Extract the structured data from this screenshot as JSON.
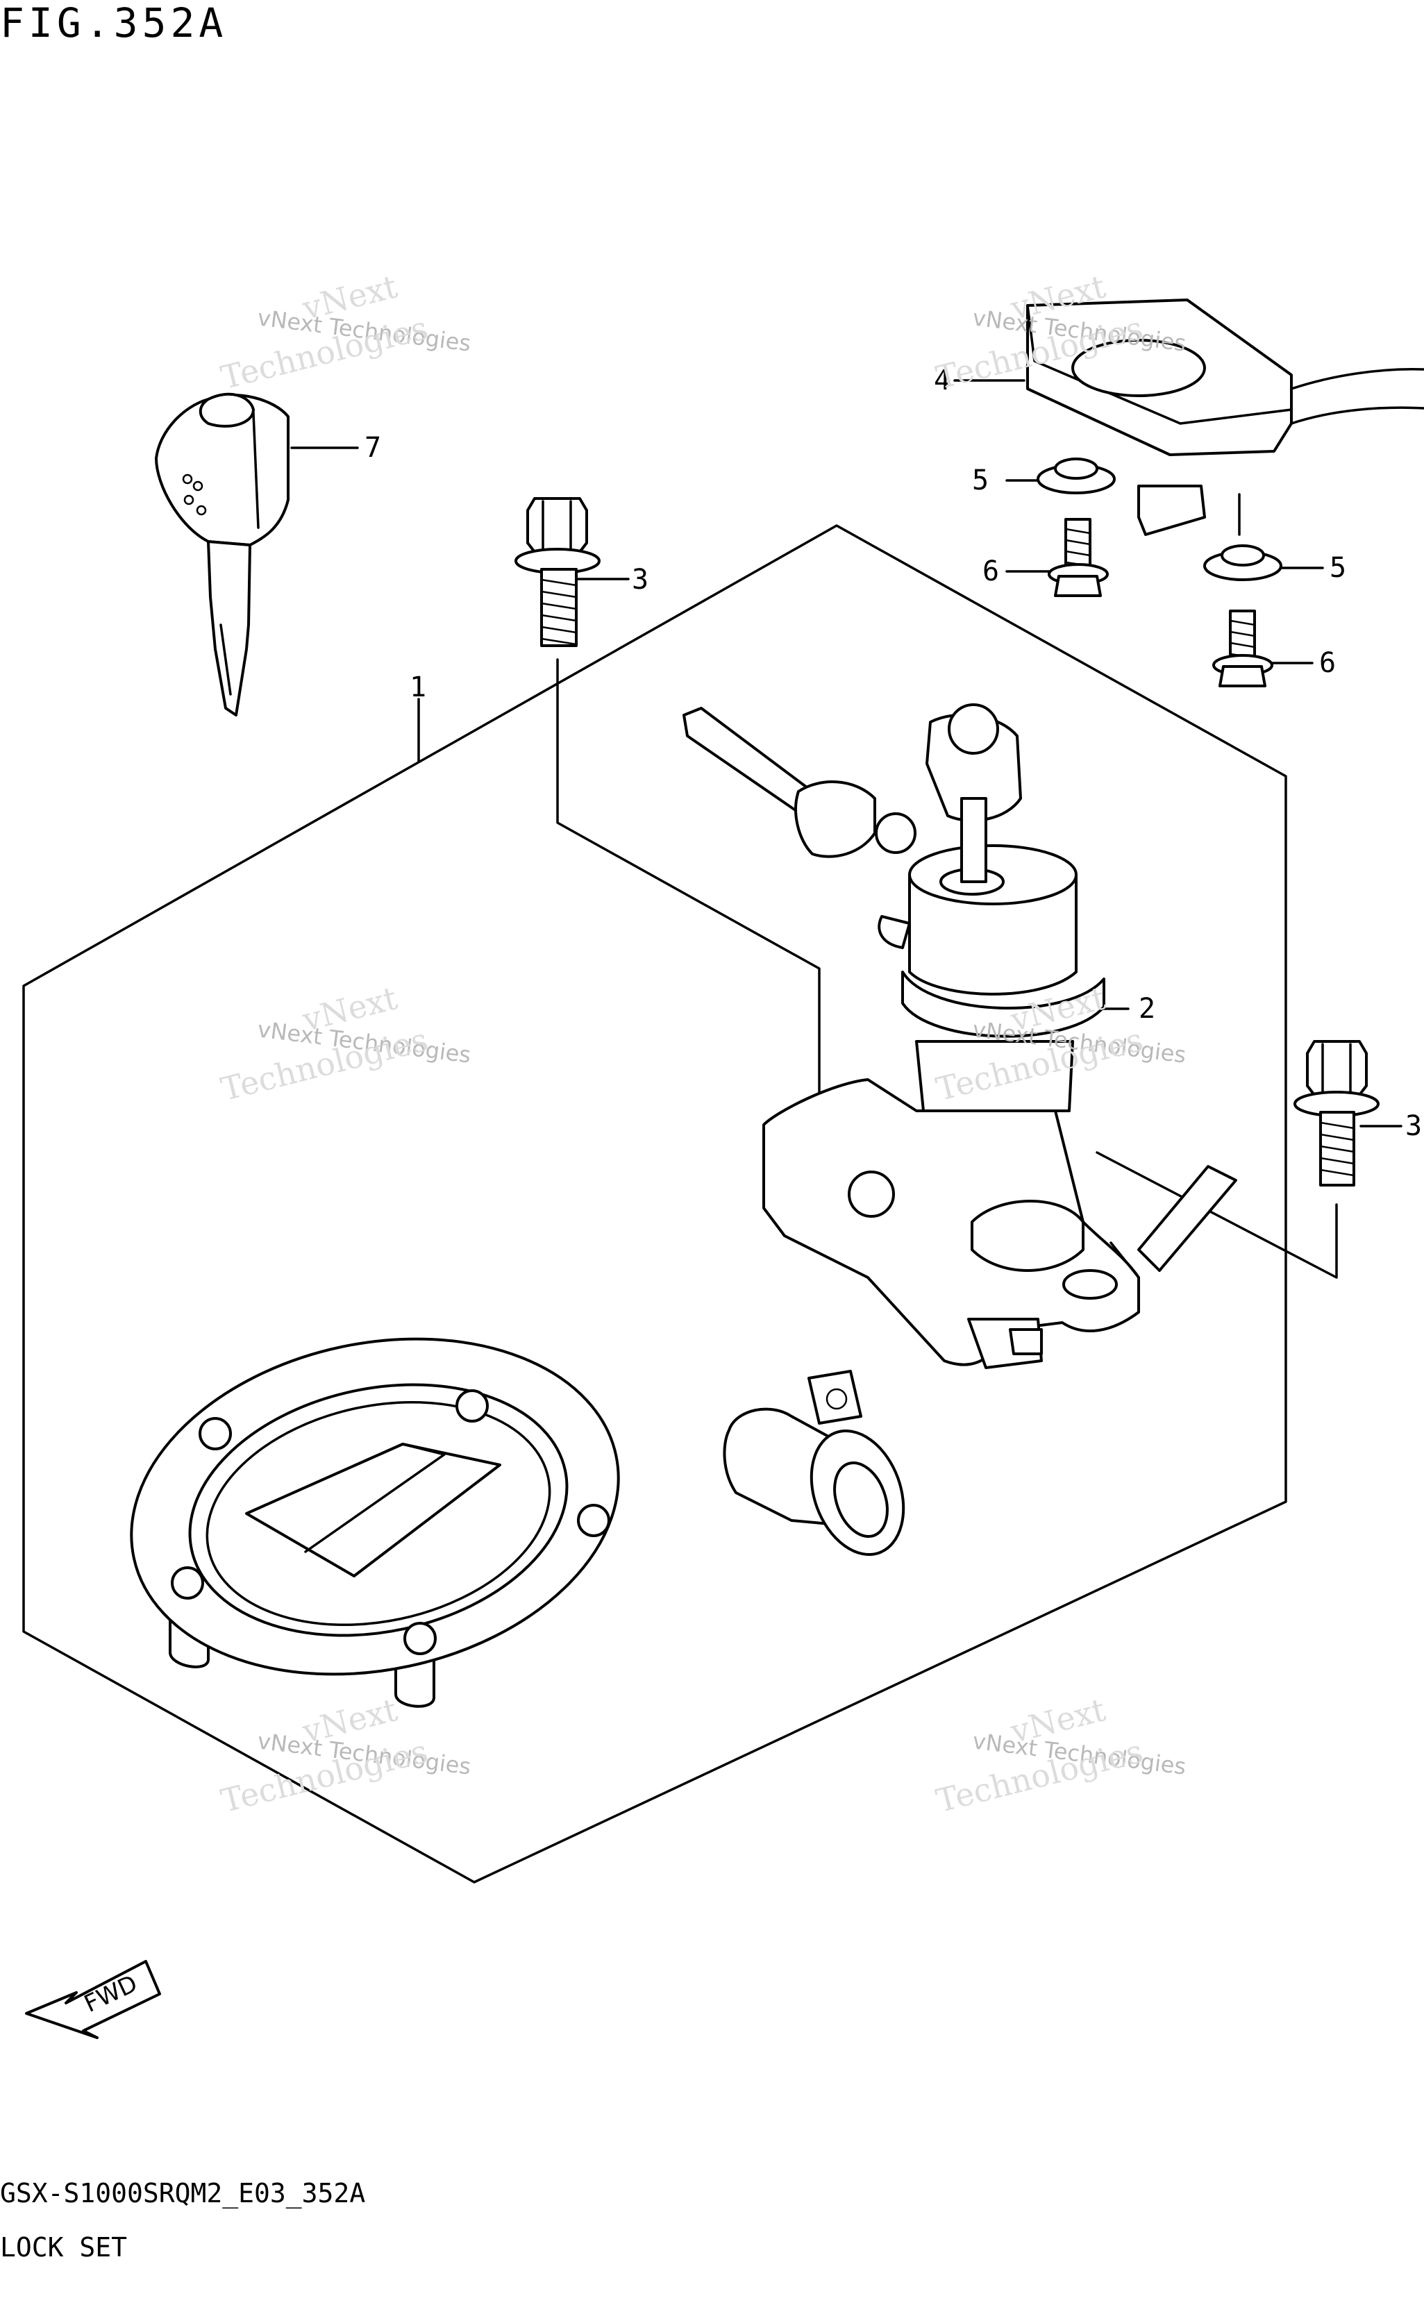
{
  "title": "FIG.352A",
  "drawing_code": "GSX-S1000SRQM2_E03_352A",
  "subtitle": "LOCK SET",
  "fwd_label": "FWD",
  "callouts": [
    "1",
    "2",
    "3",
    "3",
    "4",
    "5",
    "5",
    "6",
    "6",
    "7"
  ],
  "watermarks": [
    {
      "line1": "vNext Technologies",
      "line2": "vNext",
      "line3": "Technologies"
    },
    {
      "line1": "vNext Technologies",
      "line2": "vNext",
      "line3": "Technologies"
    },
    {
      "line1": "vNext Technologies",
      "line2": "vNext",
      "line3": "Technologies"
    },
    {
      "line1": "vNext Technologies",
      "line2": "vNext",
      "line3": "Technologies"
    },
    {
      "line1": "vNext Technologies",
      "line2": "vNext",
      "line3": "Technologies"
    },
    {
      "line1": "vNext Technologies",
      "line2": "vNext",
      "line3": "Technologies"
    }
  ],
  "icons": [
    "fwd-arrow-icon"
  ]
}
